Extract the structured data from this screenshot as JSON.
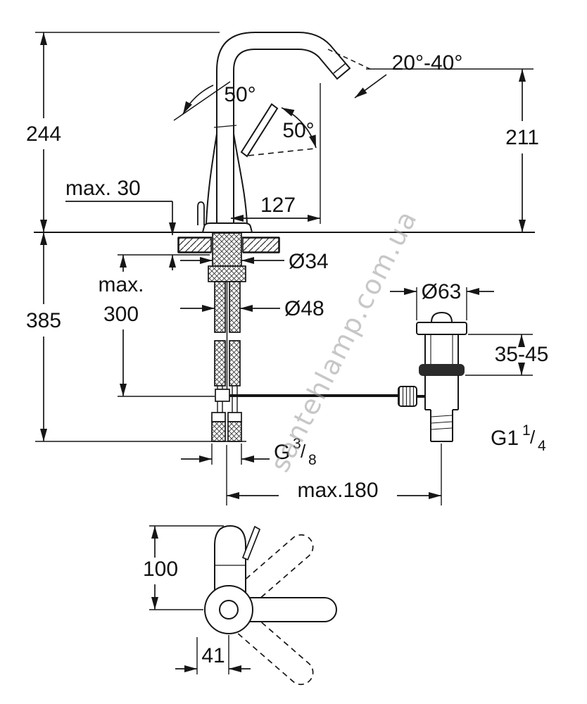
{
  "watermark": "santehlamp.com.ua",
  "labels": {
    "total_height": "244",
    "below_deck_depth": "385",
    "spout_height": "211",
    "deck_thickness": "max. 30",
    "spout_reach": "127",
    "handle_angle_a": "50°",
    "handle_angle_b": "50°",
    "outlet_angle": "20°-40°",
    "shank_diameter": "Ø34",
    "base_diameter": "Ø48",
    "waste_flange_diameter": "Ø63",
    "hose_length_max_word": "max.",
    "hose_length_max_value": "300",
    "waste_mount_range": "35-45",
    "hose_thread_g": "G",
    "hose_thread_num": "3",
    "hose_thread_slash": "/",
    "hose_thread_den": "8",
    "waste_thread_g": "G1",
    "waste_thread_num": "1",
    "waste_thread_slash": "/",
    "waste_thread_den": "4",
    "rod_reach_max": "max.180",
    "plan_height": "100",
    "plan_offset": "41"
  }
}
